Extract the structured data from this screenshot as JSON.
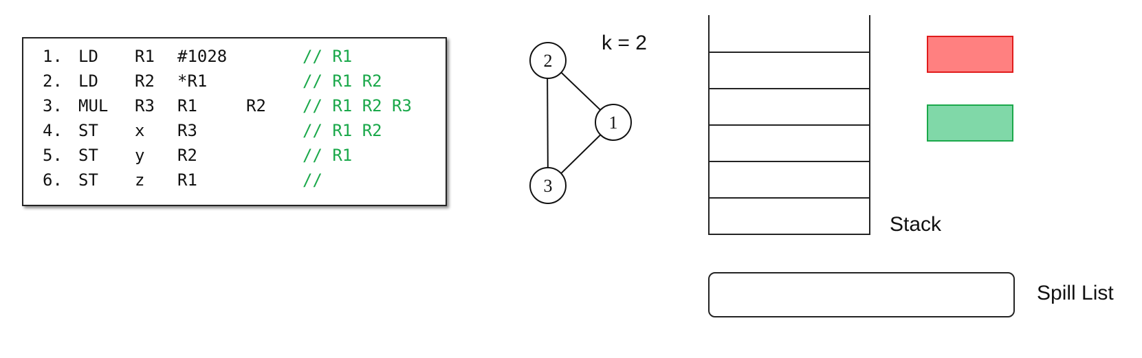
{
  "code": {
    "lines": [
      {
        "num": "1.",
        "op": "LD",
        "a1": "R1",
        "a2": "#1028",
        "a3": "",
        "comment": "// R1"
      },
      {
        "num": "2.",
        "op": "LD",
        "a1": "R2",
        "a2": "*R1",
        "a3": "",
        "comment": "// R1 R2"
      },
      {
        "num": "3.",
        "op": "MUL",
        "a1": "R3",
        "a2": "R1",
        "a3": "R2",
        "comment": "// R1 R2 R3"
      },
      {
        "num": "4.",
        "op": "ST",
        "a1": "x",
        "a2": "R3",
        "a3": "",
        "comment": "// R1 R2"
      },
      {
        "num": "5.",
        "op": "ST",
        "a1": "y",
        "a2": "R2",
        "a3": "",
        "comment": "// R1"
      },
      {
        "num": "6.",
        "op": "ST",
        "a1": "z",
        "a2": "R1",
        "a3": "",
        "comment": "//"
      }
    ],
    "comment_color": "#1aa84a"
  },
  "graph": {
    "k_label": "k = 2",
    "nodes": [
      {
        "id": "2",
        "label": "2"
      },
      {
        "id": "1",
        "label": "1"
      },
      {
        "id": "3",
        "label": "3"
      }
    ],
    "edges": [
      {
        "from": "2",
        "to": "1"
      },
      {
        "from": "2",
        "to": "3"
      },
      {
        "from": "1",
        "to": "3"
      }
    ]
  },
  "stack": {
    "label": "Stack",
    "slot_count": 6
  },
  "legend": {
    "red_fill": "#ff8080",
    "red_border": "#e01b1b",
    "green_fill": "#80d8a8",
    "green_border": "#1aa84a"
  },
  "spill": {
    "label": "Spill List"
  }
}
